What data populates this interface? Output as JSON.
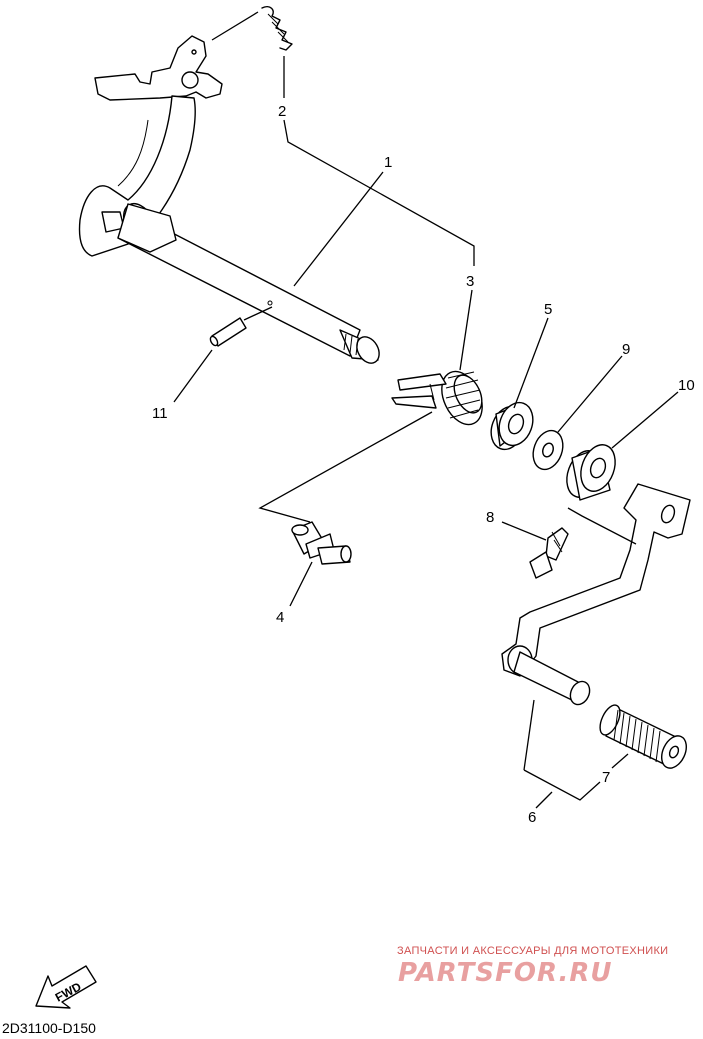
{
  "diagram": {
    "callouts": [
      {
        "id": "1",
        "label": "1"
      },
      {
        "id": "2",
        "label": "2"
      },
      {
        "id": "3",
        "label": "3"
      },
      {
        "id": "4",
        "label": "4"
      },
      {
        "id": "5",
        "label": "5"
      },
      {
        "id": "6",
        "label": "6"
      },
      {
        "id": "7",
        "label": "7"
      },
      {
        "id": "8",
        "label": "8"
      },
      {
        "id": "9",
        "label": "9"
      },
      {
        "id": "10",
        "label": "10"
      },
      {
        "id": "11",
        "label": "11"
      }
    ],
    "fwd_label": "FWD",
    "diagram_code": "2D31100-D150"
  },
  "watermark": {
    "line1": "ЗАПЧАСТИ И АКСЕССУАРЫ ДЛЯ МОТОТЕХНИКИ",
    "line2": "PARTSFOR.RU"
  }
}
